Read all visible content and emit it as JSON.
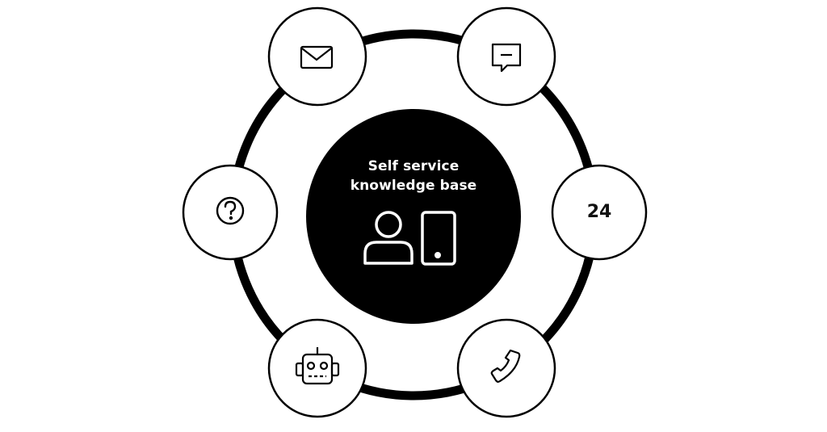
{
  "center": {
    "line1": "Self service",
    "line2": "knowledge base",
    "icons": [
      "user-icon",
      "smartphone-icon"
    ]
  },
  "nodes": [
    {
      "id": "email",
      "icon": "envelope-icon"
    },
    {
      "id": "chat",
      "icon": "chat-bubble-icon"
    },
    {
      "id": "help",
      "icon": "question-icon"
    },
    {
      "id": "availability",
      "icon": "text",
      "label": "24"
    },
    {
      "id": "bot",
      "icon": "robot-icon"
    },
    {
      "id": "phone",
      "icon": "phone-icon"
    }
  ],
  "colors": {
    "ring": "#000000",
    "center": "#000000",
    "node_fill": "#ffffff",
    "text_light": "#ffffff"
  }
}
